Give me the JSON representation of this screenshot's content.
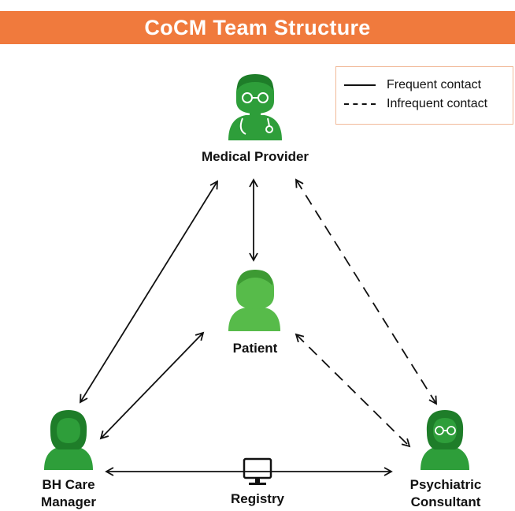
{
  "title": "CoCM Team Structure",
  "legend": {
    "frequent": "Frequent contact",
    "infrequent": "Infrequent contact"
  },
  "nodes": {
    "medical_provider": "Medical Provider",
    "patient": "Patient",
    "bh_care_manager_line1": "BH Care",
    "bh_care_manager_line2": "Manager",
    "psychiatric_consultant_line1": "Psychiatric",
    "psychiatric_consultant_line2": "Consultant",
    "registry": "Registry"
  },
  "colors": {
    "banner": "#f07a3d",
    "figure_green": "#2e9e3a",
    "patient_green": "#57bb4a",
    "arrow": "#111111"
  },
  "icons": [
    "doctor-icon",
    "patient-icon",
    "care-manager-icon",
    "psychiatrist-icon",
    "computer-monitor-icon"
  ]
}
